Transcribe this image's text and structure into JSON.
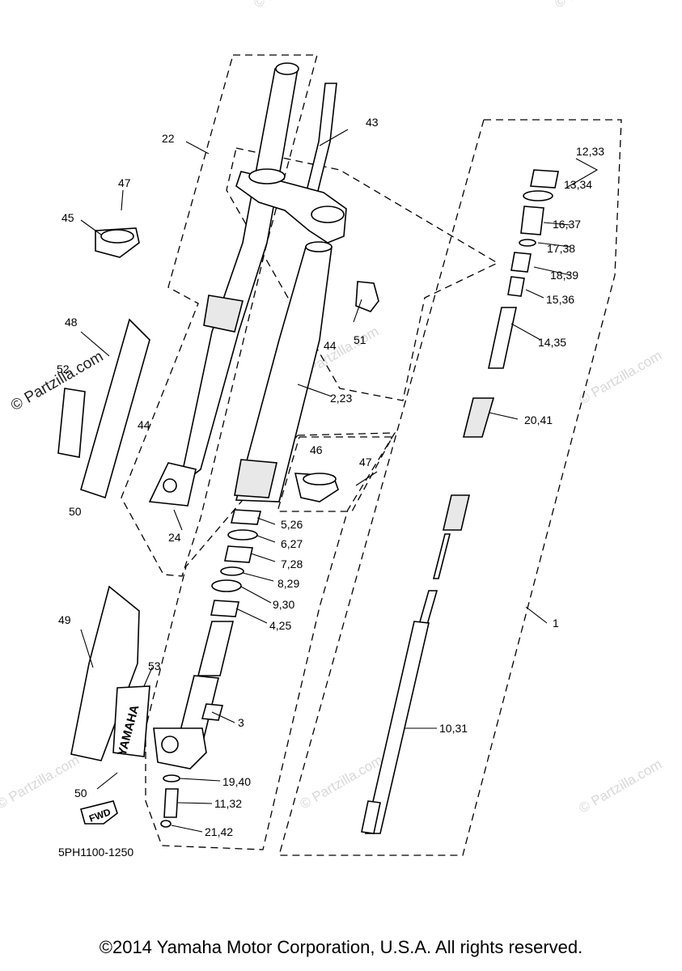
{
  "labels": {
    "l1": "1",
    "l2_23": "2,23",
    "l3": "3",
    "l4_25": "4,25",
    "l5_26": "5,26",
    "l6_27": "6,27",
    "l7_28": "7,28",
    "l8_29": "8,29",
    "l9_30": "9,30",
    "l10_31": "10,31",
    "l11_32": "11,32",
    "l12_33": "12,33",
    "l13_34": "13,34",
    "l14_35": "14,35",
    "l15_36": "15,36",
    "l16_37": "16,37",
    "l17_38": "17,38",
    "l18_39": "18,39",
    "l19_40": "19,40",
    "l20_41": "20,41",
    "l21_42": "21,42",
    "l22": "22",
    "l24": "24",
    "l43": "43",
    "l44a": "44",
    "l44b": "44",
    "l45": "45",
    "l46": "46",
    "l47a": "47",
    "l47b": "47",
    "l48": "48",
    "l49": "49",
    "l50a": "50",
    "l50b": "50",
    "l51": "51",
    "l52": "52",
    "l53": "53"
  },
  "diagram_code": "5PH1100-1250",
  "fwd_label": "FWD",
  "brand_on_guard": "YAMAHA",
  "watermark": {
    "dark": "© Partzilla.com",
    "light": "© Partzilla.com"
  },
  "copyright": "©2014 Yamaha Motor Corporation, U.S.A. All rights reserved."
}
